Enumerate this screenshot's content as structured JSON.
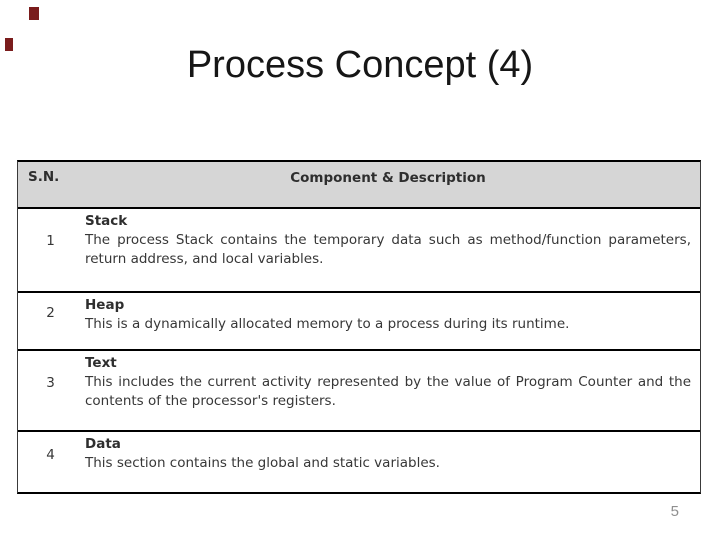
{
  "slide": {
    "title": "Process Concept (4)",
    "page_number": "5"
  },
  "table": {
    "header": {
      "sn": "S.N.",
      "component": "Component & Description"
    },
    "rows": [
      {
        "sn": "1",
        "component": "Stack",
        "description": "The process Stack contains the temporary data such as method/function parameters, return address, and local variables."
      },
      {
        "sn": "2",
        "component": "Heap",
        "description": "This is a dynamically allocated memory to a process during its runtime."
      },
      {
        "sn": "3",
        "component": "Text",
        "description": "This includes the current activity represented by the value of Program Counter and the contents of the processor's registers."
      },
      {
        "sn": "4",
        "component": "Data",
        "description": "This section contains the global and static variables."
      }
    ]
  },
  "colors": {
    "header_bg": "#d6d6d6",
    "table_border": "#000000",
    "table_text": "#373737",
    "title_text": "#161616",
    "accent_mark": "#7a1c1c",
    "page_number": "#8f8f8f"
  }
}
